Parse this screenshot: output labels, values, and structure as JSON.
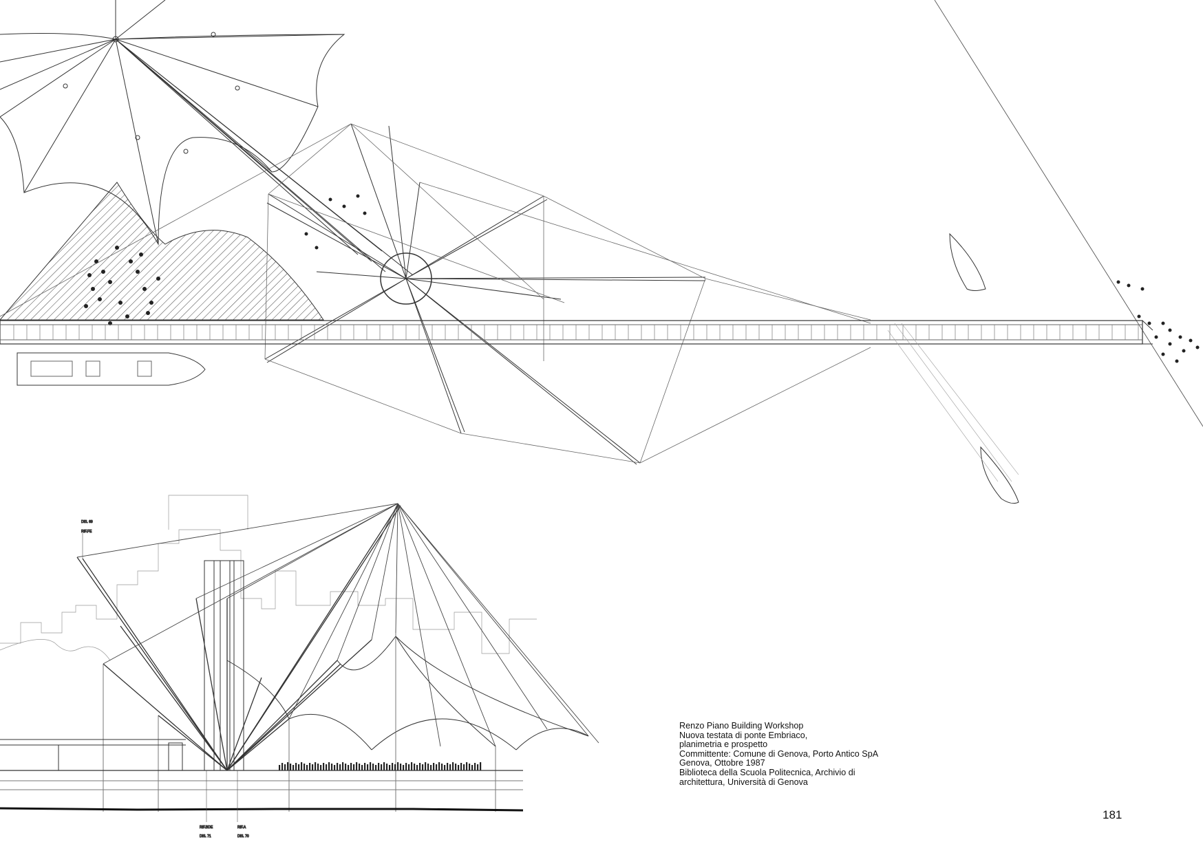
{
  "caption": {
    "lines": [
      "Renzo Piano Building Workshop",
      "Nuova testata di ponte Embriaco,",
      "planimetria e prospetto",
      "Committente: Comune di Genova, Porto Antico SpA",
      "Genova, Ottobre 1987",
      "Biblioteca della Scuola Politecnica, Archivio di",
      "architettura, Università di Genova"
    ]
  },
  "page_number": "181",
  "drawing_labels": {
    "dis69": "DIS. 69",
    "riffe": "RIF.FE",
    "rifbde": "RIF.BDE",
    "dis71": "DIS. 71",
    "rifa": "RIF.A",
    "dis70": "DIS. 70"
  },
  "colors": {
    "ink": "#111111",
    "line": "#555555",
    "paper": "#ffffff"
  }
}
